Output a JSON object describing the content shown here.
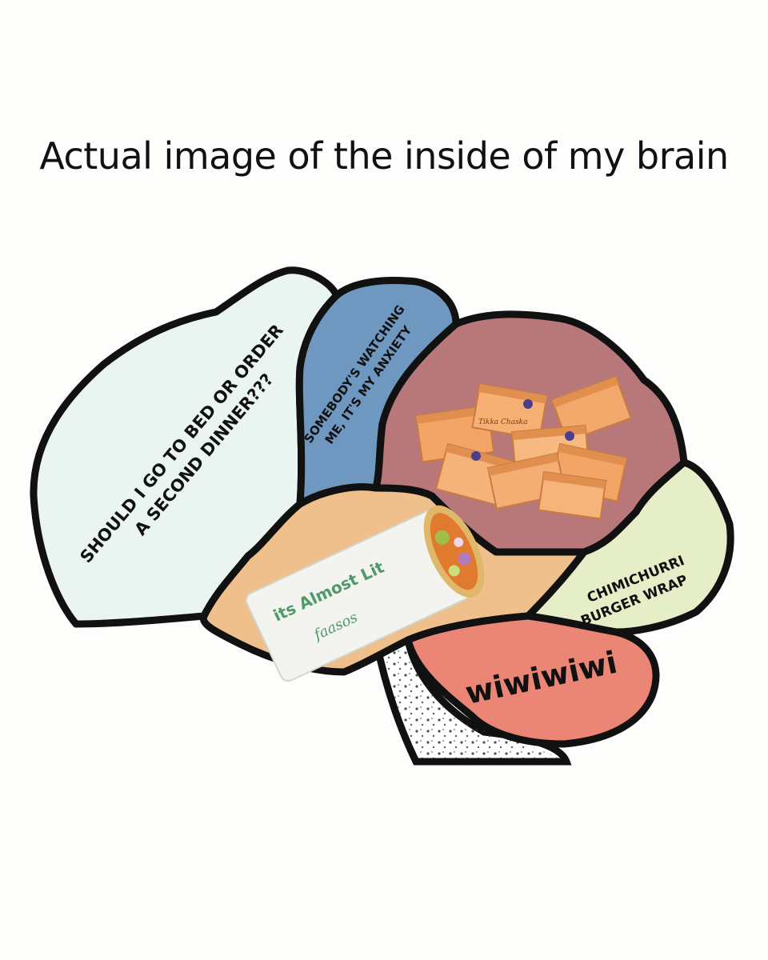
{
  "title": "Actual image of the inside of my brain",
  "regions": {
    "frontal": {
      "text_line1": "SHOULD I GO TO BED OR ORDER",
      "text_line2": "A SECOND DINNER???",
      "color": "#eaf4f1"
    },
    "parietal": {
      "text_line1": "SOMEBODY'S WATCHING",
      "text_line2": "ME, IT'S MY ANXIETY",
      "color": "#6f98c1"
    },
    "occipital_upper": {
      "image": "sauce-sachets-pile",
      "sachet_brand": "Tikka Chaska",
      "color": "#b8787a"
    },
    "temporal": {
      "image": "wrap-sandwich",
      "wrapper_text": "its Almost Lit",
      "wrapper_logo": "faasos",
      "color": "#f0c08c"
    },
    "occipital_lower": {
      "text_line1": "CHIMICHURRI",
      "text_line2": "BURGER WRAP",
      "color": "#e5eec6"
    },
    "cerebellum": {
      "text": "wiwiwiwi",
      "color": "#eb8676"
    },
    "brainstem": {
      "color": "#ffffff"
    }
  },
  "colors": {
    "outline": "#111111",
    "background": "#fdfdfc"
  }
}
